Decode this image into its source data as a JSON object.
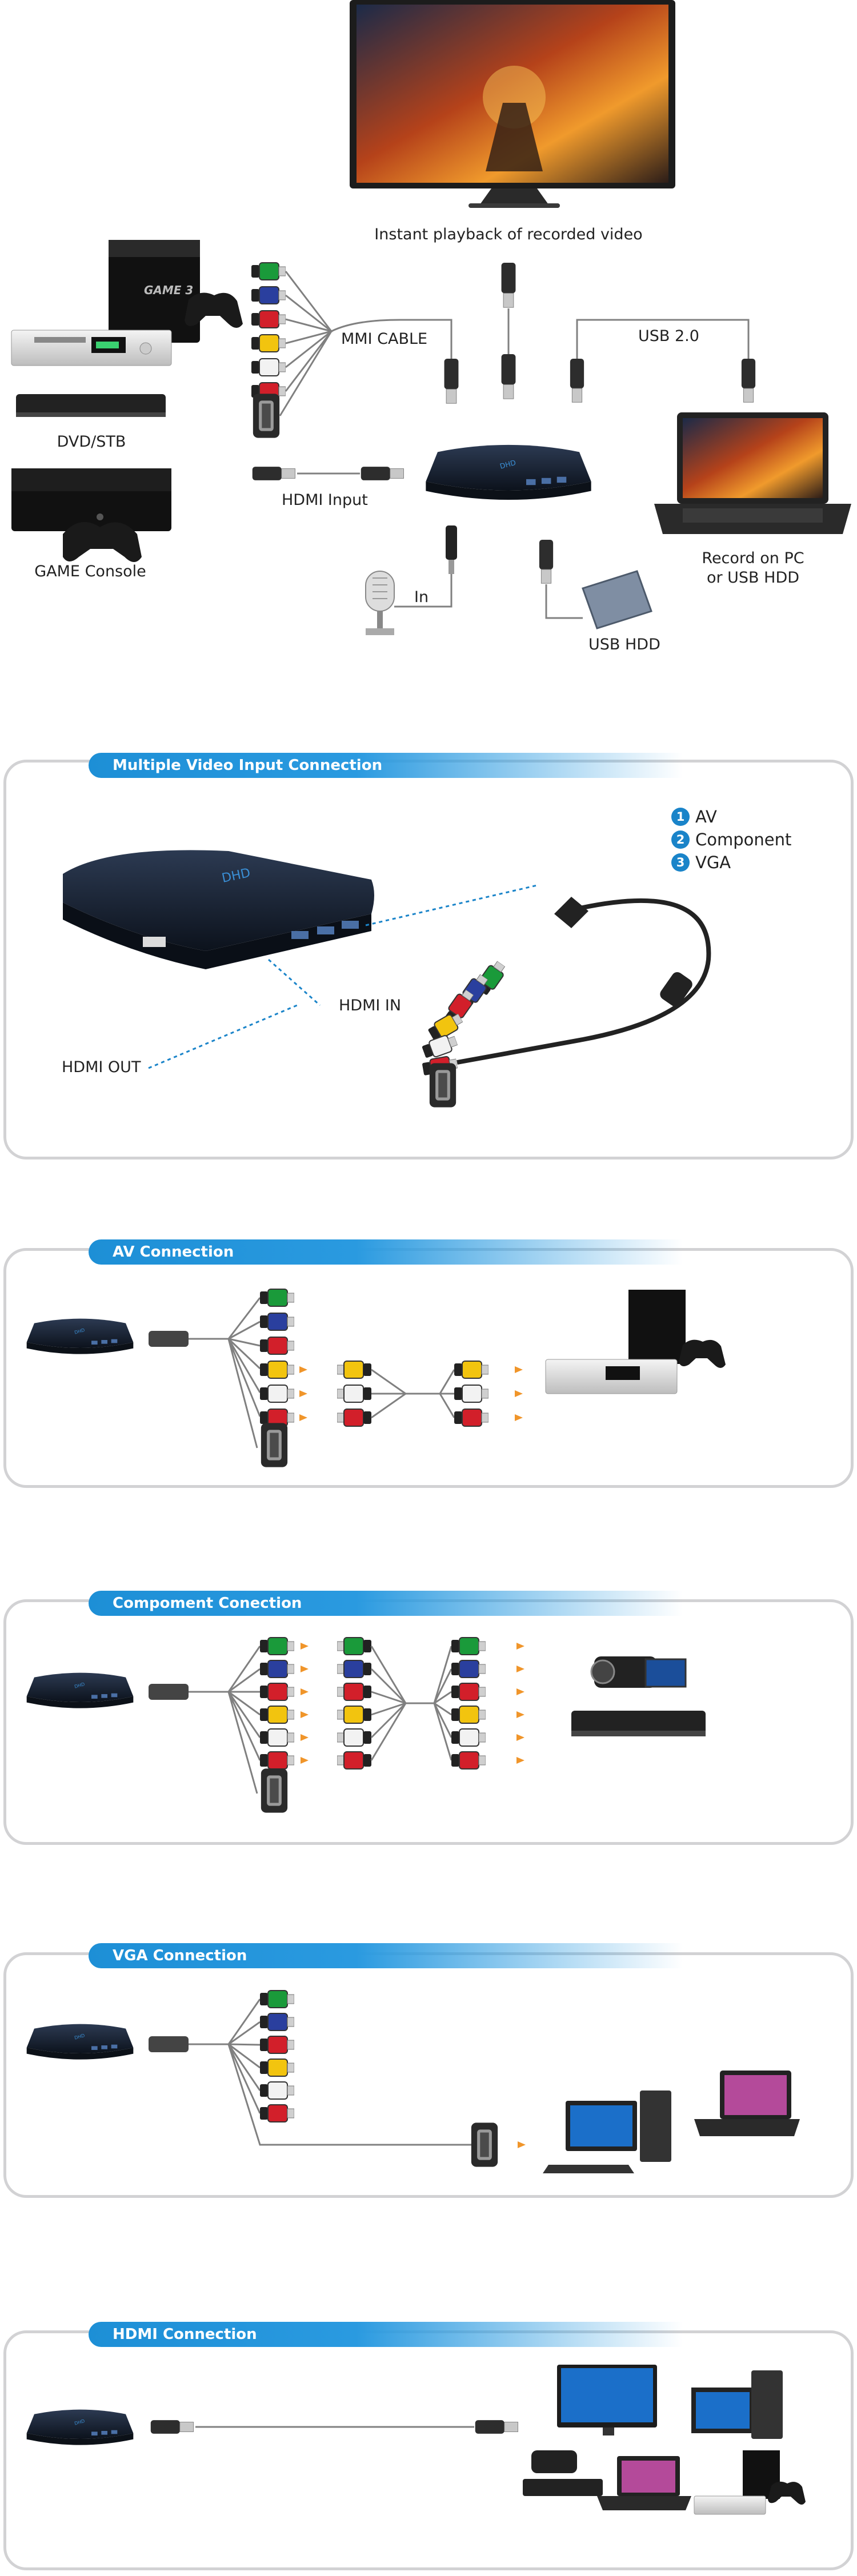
{
  "top": {
    "tv_caption": "Instant playback of recorded video",
    "mmi_cable": "MMI CABLE",
    "usb": "USB 2.0",
    "dvd_stb": "DVD/STB",
    "game_console": "GAME Console",
    "hdmi_input": "HDMI Input",
    "record_pc": "Record on PC",
    "record_hdd": "or USB HDD",
    "mic_in": "In",
    "usb_hdd": "USB HDD",
    "ps3_logo": "GAME 3"
  },
  "multi": {
    "title": "Multiple Video Input Connection",
    "legend": [
      {
        "num": "1",
        "label": "AV"
      },
      {
        "num": "2",
        "label": "Component"
      },
      {
        "num": "3",
        "label": "VGA"
      }
    ],
    "hdmi_in": "HDMI IN",
    "hdmi_out": "HDMI OUT"
  },
  "av": {
    "title": "AV Connection"
  },
  "component": {
    "title": "Compoment Conection"
  },
  "vga": {
    "title": "VGA Connection"
  },
  "hdmi": {
    "title": "HDMI Connection"
  },
  "colors": {
    "accent": "#1d8fd6",
    "green": "#1a9a3a",
    "blue": "#2a3f9e",
    "red": "#d21f2a",
    "yellow": "#f2c40f",
    "white": "#f2f2f2",
    "arrow": "#f0952a",
    "cable": "#808080"
  }
}
